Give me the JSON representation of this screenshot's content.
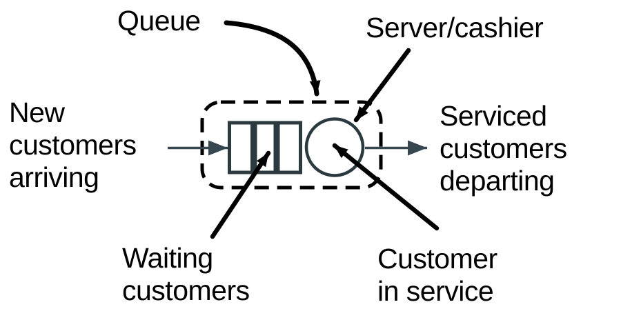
{
  "diagram": {
    "type": "single-server-queueing-system",
    "background": "#ffffff",
    "colors": {
      "text": "#000000",
      "boundary": "#000000",
      "shape_stroke": "#2b3a3e",
      "flow_arrow": "#37474f",
      "label_arrow": "#000000"
    },
    "labels": {
      "queue": "Queue",
      "server": "Server/cashier",
      "arriving": {
        "line1": "New",
        "line2": "customers",
        "line3": "arriving"
      },
      "departing": {
        "line1": "Serviced",
        "line2": "customers",
        "line3": "departing"
      },
      "waiting": {
        "line1": "Waiting",
        "line2": "customers"
      },
      "in_service": {
        "line1": "Customer",
        "line2": "in service"
      }
    },
    "structure": {
      "queue_slots": 3,
      "servers": 1
    }
  }
}
